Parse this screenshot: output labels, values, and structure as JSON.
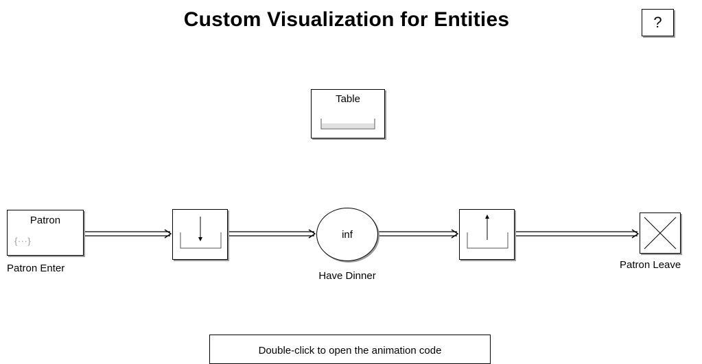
{
  "diagram": {
    "title": "Custom Visualization for Entities",
    "help_button": "?",
    "blocks": {
      "table": {
        "label": "Table"
      },
      "patron_enter": {
        "inner_label": "Patron",
        "icon": "{···}",
        "name": "Patron Enter"
      },
      "queue_in": {
        "icon": "queue-down-arrow-icon"
      },
      "have_dinner": {
        "inner_label": "inf",
        "name": "Have Dinner"
      },
      "queue_out": {
        "icon": "queue-up-arrow-icon"
      },
      "patron_leave": {
        "icon": "cross-icon",
        "name": "Patron Leave"
      }
    },
    "animation_button": "Double-click to open the animation code"
  }
}
